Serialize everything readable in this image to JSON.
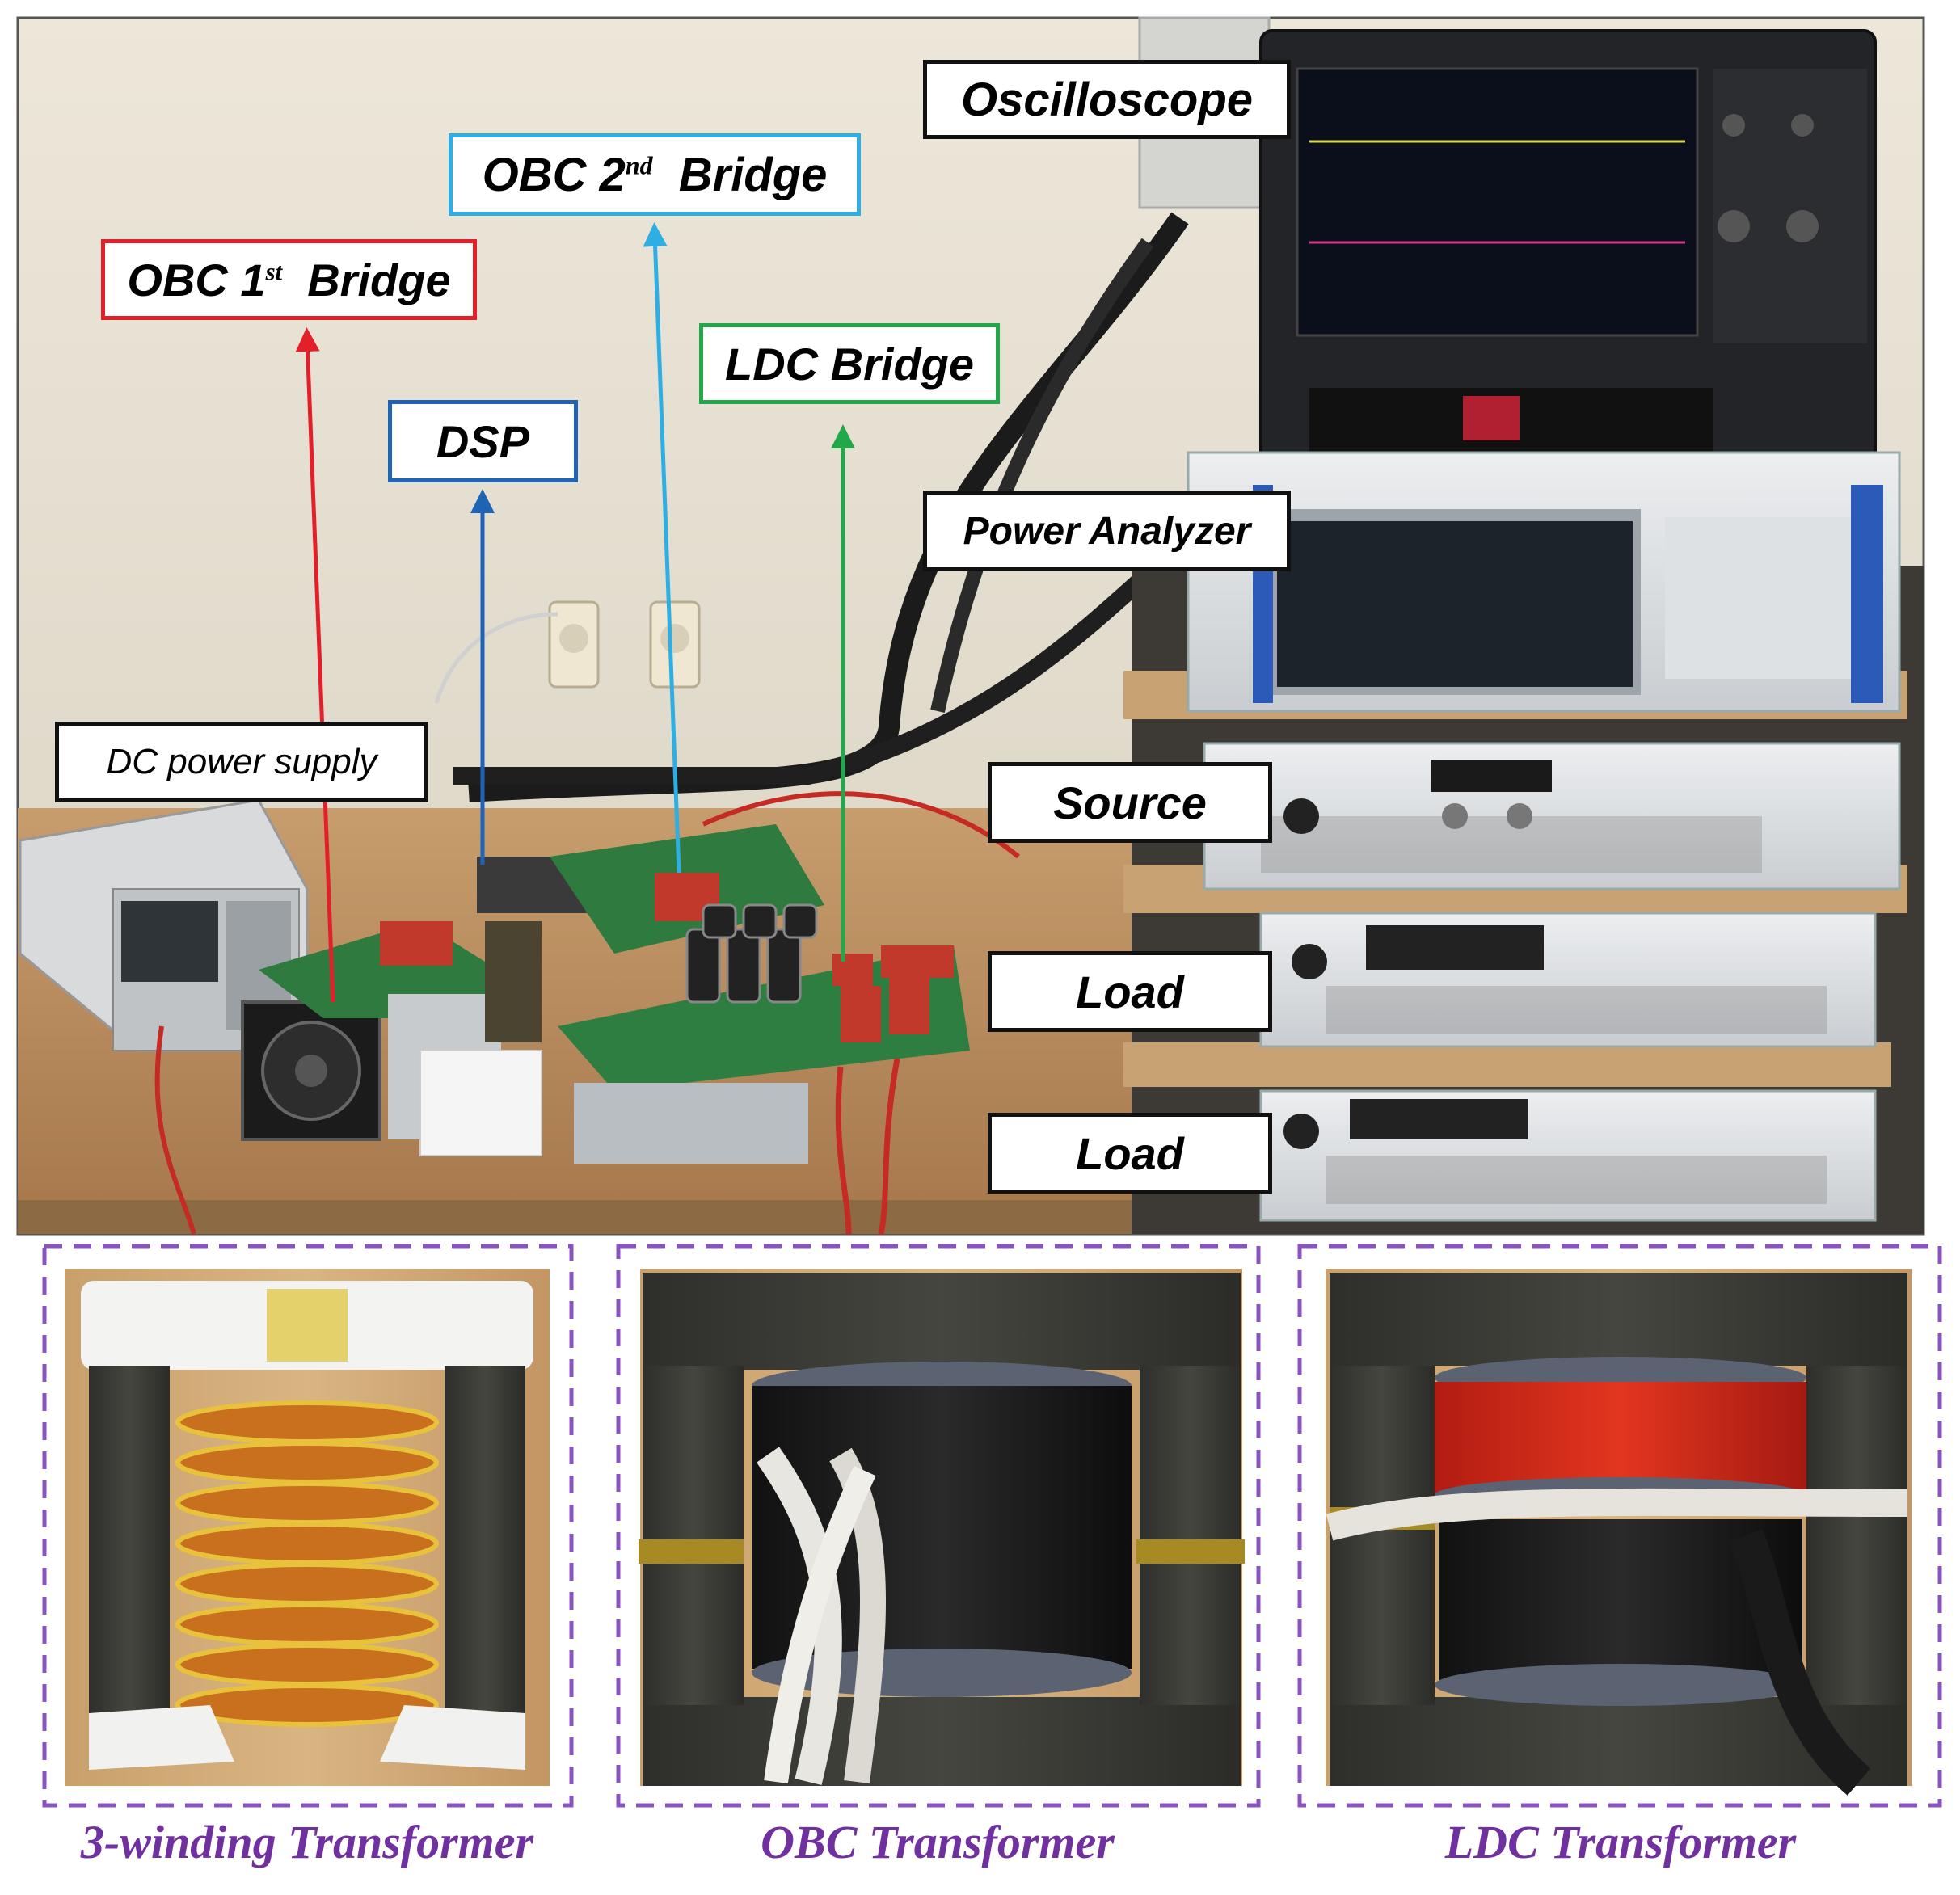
{
  "labels": {
    "oscilloscope": "Oscilloscope",
    "obc2": {
      "prefix": "OBC 2",
      "sup": "nd",
      "suffix": "Bridge"
    },
    "obc1": {
      "prefix": "OBC 1",
      "sup": "st",
      "suffix": "Bridge"
    },
    "ldc_bridge": "LDC Bridge",
    "dsp": "DSP",
    "power_analyzer": "Power Analyzer",
    "dc_power_supply": "DC power supply",
    "source": "Source",
    "load_1": "Load",
    "load_2": "Load"
  },
  "captions": {
    "three_winding": "3-winding Transformer",
    "obc_transformer": "OBC Transformer",
    "ldc_transformer": "LDC Transformer"
  },
  "colors": {
    "obc1_border": "#e3202a",
    "obc2_border": "#2eaee3",
    "ldc_border": "#22a84a",
    "dsp_border": "#1f63b5",
    "caption": "#7030a0"
  }
}
